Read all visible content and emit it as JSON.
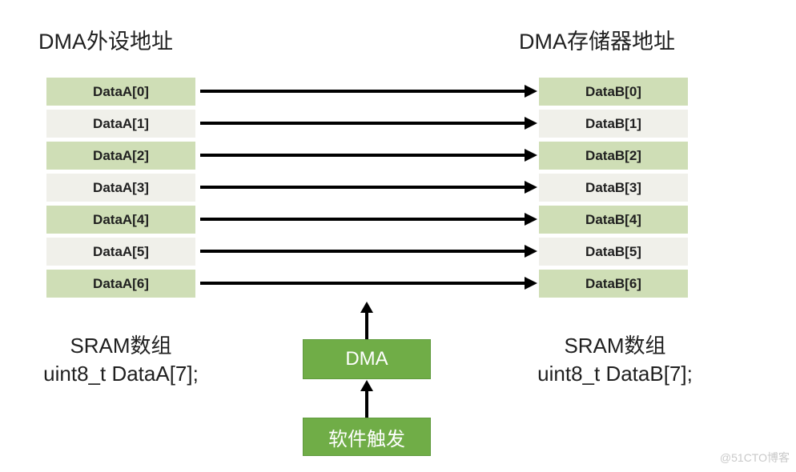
{
  "titles": {
    "left": "DMA外设地址",
    "right": "DMA存储器地址"
  },
  "left_table": {
    "rows": [
      "DataA[0]",
      "DataA[1]",
      "DataA[2]",
      "DataA[3]",
      "DataA[4]",
      "DataA[5]",
      "DataA[6]"
    ]
  },
  "right_table": {
    "rows": [
      "DataB[0]",
      "DataB[1]",
      "DataB[2]",
      "DataB[3]",
      "DataB[4]",
      "DataB[5]",
      "DataB[6]"
    ]
  },
  "captions": {
    "left_line1": "SRAM数组",
    "left_line2": "uint8_t DataA[7];",
    "right_line1": "SRAM数组",
    "right_line2": "uint8_t DataB[7];"
  },
  "boxes": {
    "dma_label": "DMA",
    "trigger_label": "软件触发"
  },
  "watermark": "@51CTO博客",
  "colors": {
    "row_green": "#cfdeb6",
    "row_gray": "#f0f0ea",
    "box_green": "#70ad47",
    "box_green_border": "#5f9a3d",
    "arrow": "#000000",
    "text_dark": "#1f1f1f",
    "watermark": "#c9c9c9"
  }
}
